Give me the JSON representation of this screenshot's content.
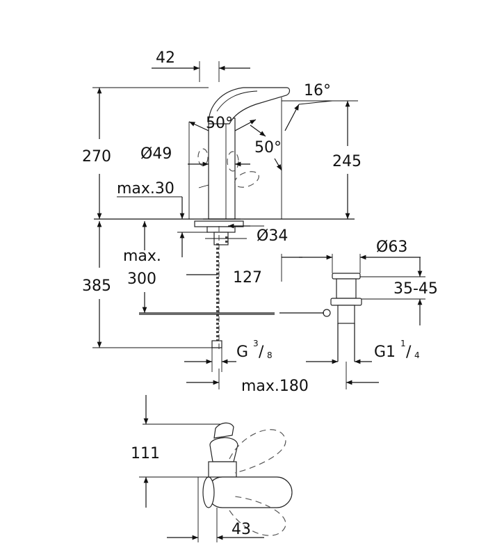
{
  "dimensions": {
    "outlet_spacing": "42",
    "spout_angle": "16°",
    "lever_angle_left": "50°",
    "lever_angle_right": "50°",
    "base_diameter": "Ø49",
    "total_height": "270",
    "spout_height": "245",
    "max_deck_thickness": "max.30",
    "hole_diameter": "Ø34",
    "hose_max_label_line1": "max.",
    "hose_max_label_line2": "300",
    "hose_length": "385",
    "horizontal_offset": "127",
    "waste_diameter": "Ø63",
    "waste_range": "35-45",
    "connection_thread": "G",
    "connection_thread_num": "3",
    "connection_thread_den": "8",
    "waste_thread": "G1",
    "waste_thread_num": "1",
    "waste_thread_den": "4",
    "max_pullrod": "max.180",
    "plan_depth": "111",
    "plan_offset": "43"
  }
}
